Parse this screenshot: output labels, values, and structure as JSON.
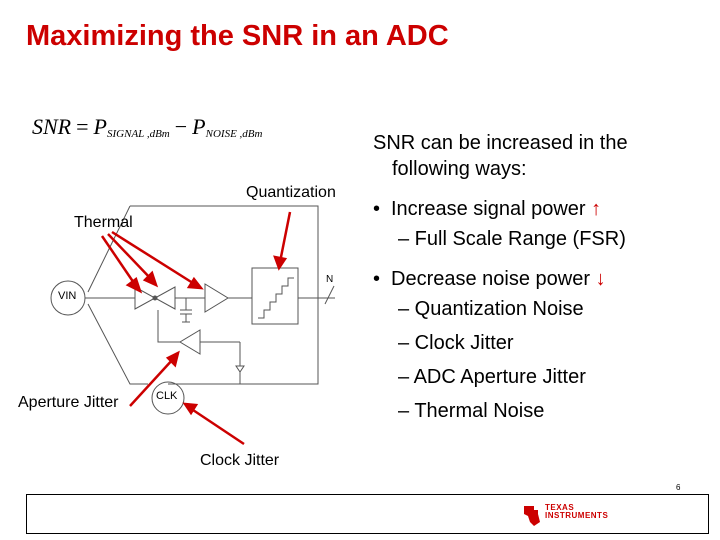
{
  "slide": {
    "title": "Maximizing the SNR in an ADC",
    "page_number": "6"
  },
  "formula": {
    "lhs": "SNR",
    "eq": "=",
    "p_signal": "P",
    "p_signal_sub": "SIGNAL ,dBm",
    "minus": "−",
    "p_noise": "P",
    "p_noise_sub": "NOISE ,dBm"
  },
  "diagram": {
    "labels": {
      "quantization": "Quantization",
      "thermal": "Thermal",
      "aperture_jitter": "Aperture Jitter",
      "clock_jitter": "Clock Jitter",
      "vin": "VIN",
      "clk": "CLK",
      "n": "N"
    },
    "arrow_color": "#cc0000"
  },
  "text": {
    "intro_line1": "SNR can be increased in the",
    "intro_line2": "following ways:",
    "bullet1": "Increase signal power",
    "bullet1_arrow": "↑",
    "bullet1_sub1": "– Full Scale Range (FSR)",
    "bullet2": "Decrease noise power",
    "bullet2_arrow": "↓",
    "bullet2_sub1": "– Quantization Noise",
    "bullet2_sub2": "– Clock Jitter",
    "bullet2_sub3": "– ADC Aperture Jitter",
    "bullet2_sub4": "– Thermal Noise",
    "bullet_marker": "•"
  },
  "footer": {
    "logo_line1": "TEXAS",
    "logo_line2": "INSTRUMENTS"
  },
  "colors": {
    "title": "#cc0000",
    "accent": "#cc0000"
  }
}
